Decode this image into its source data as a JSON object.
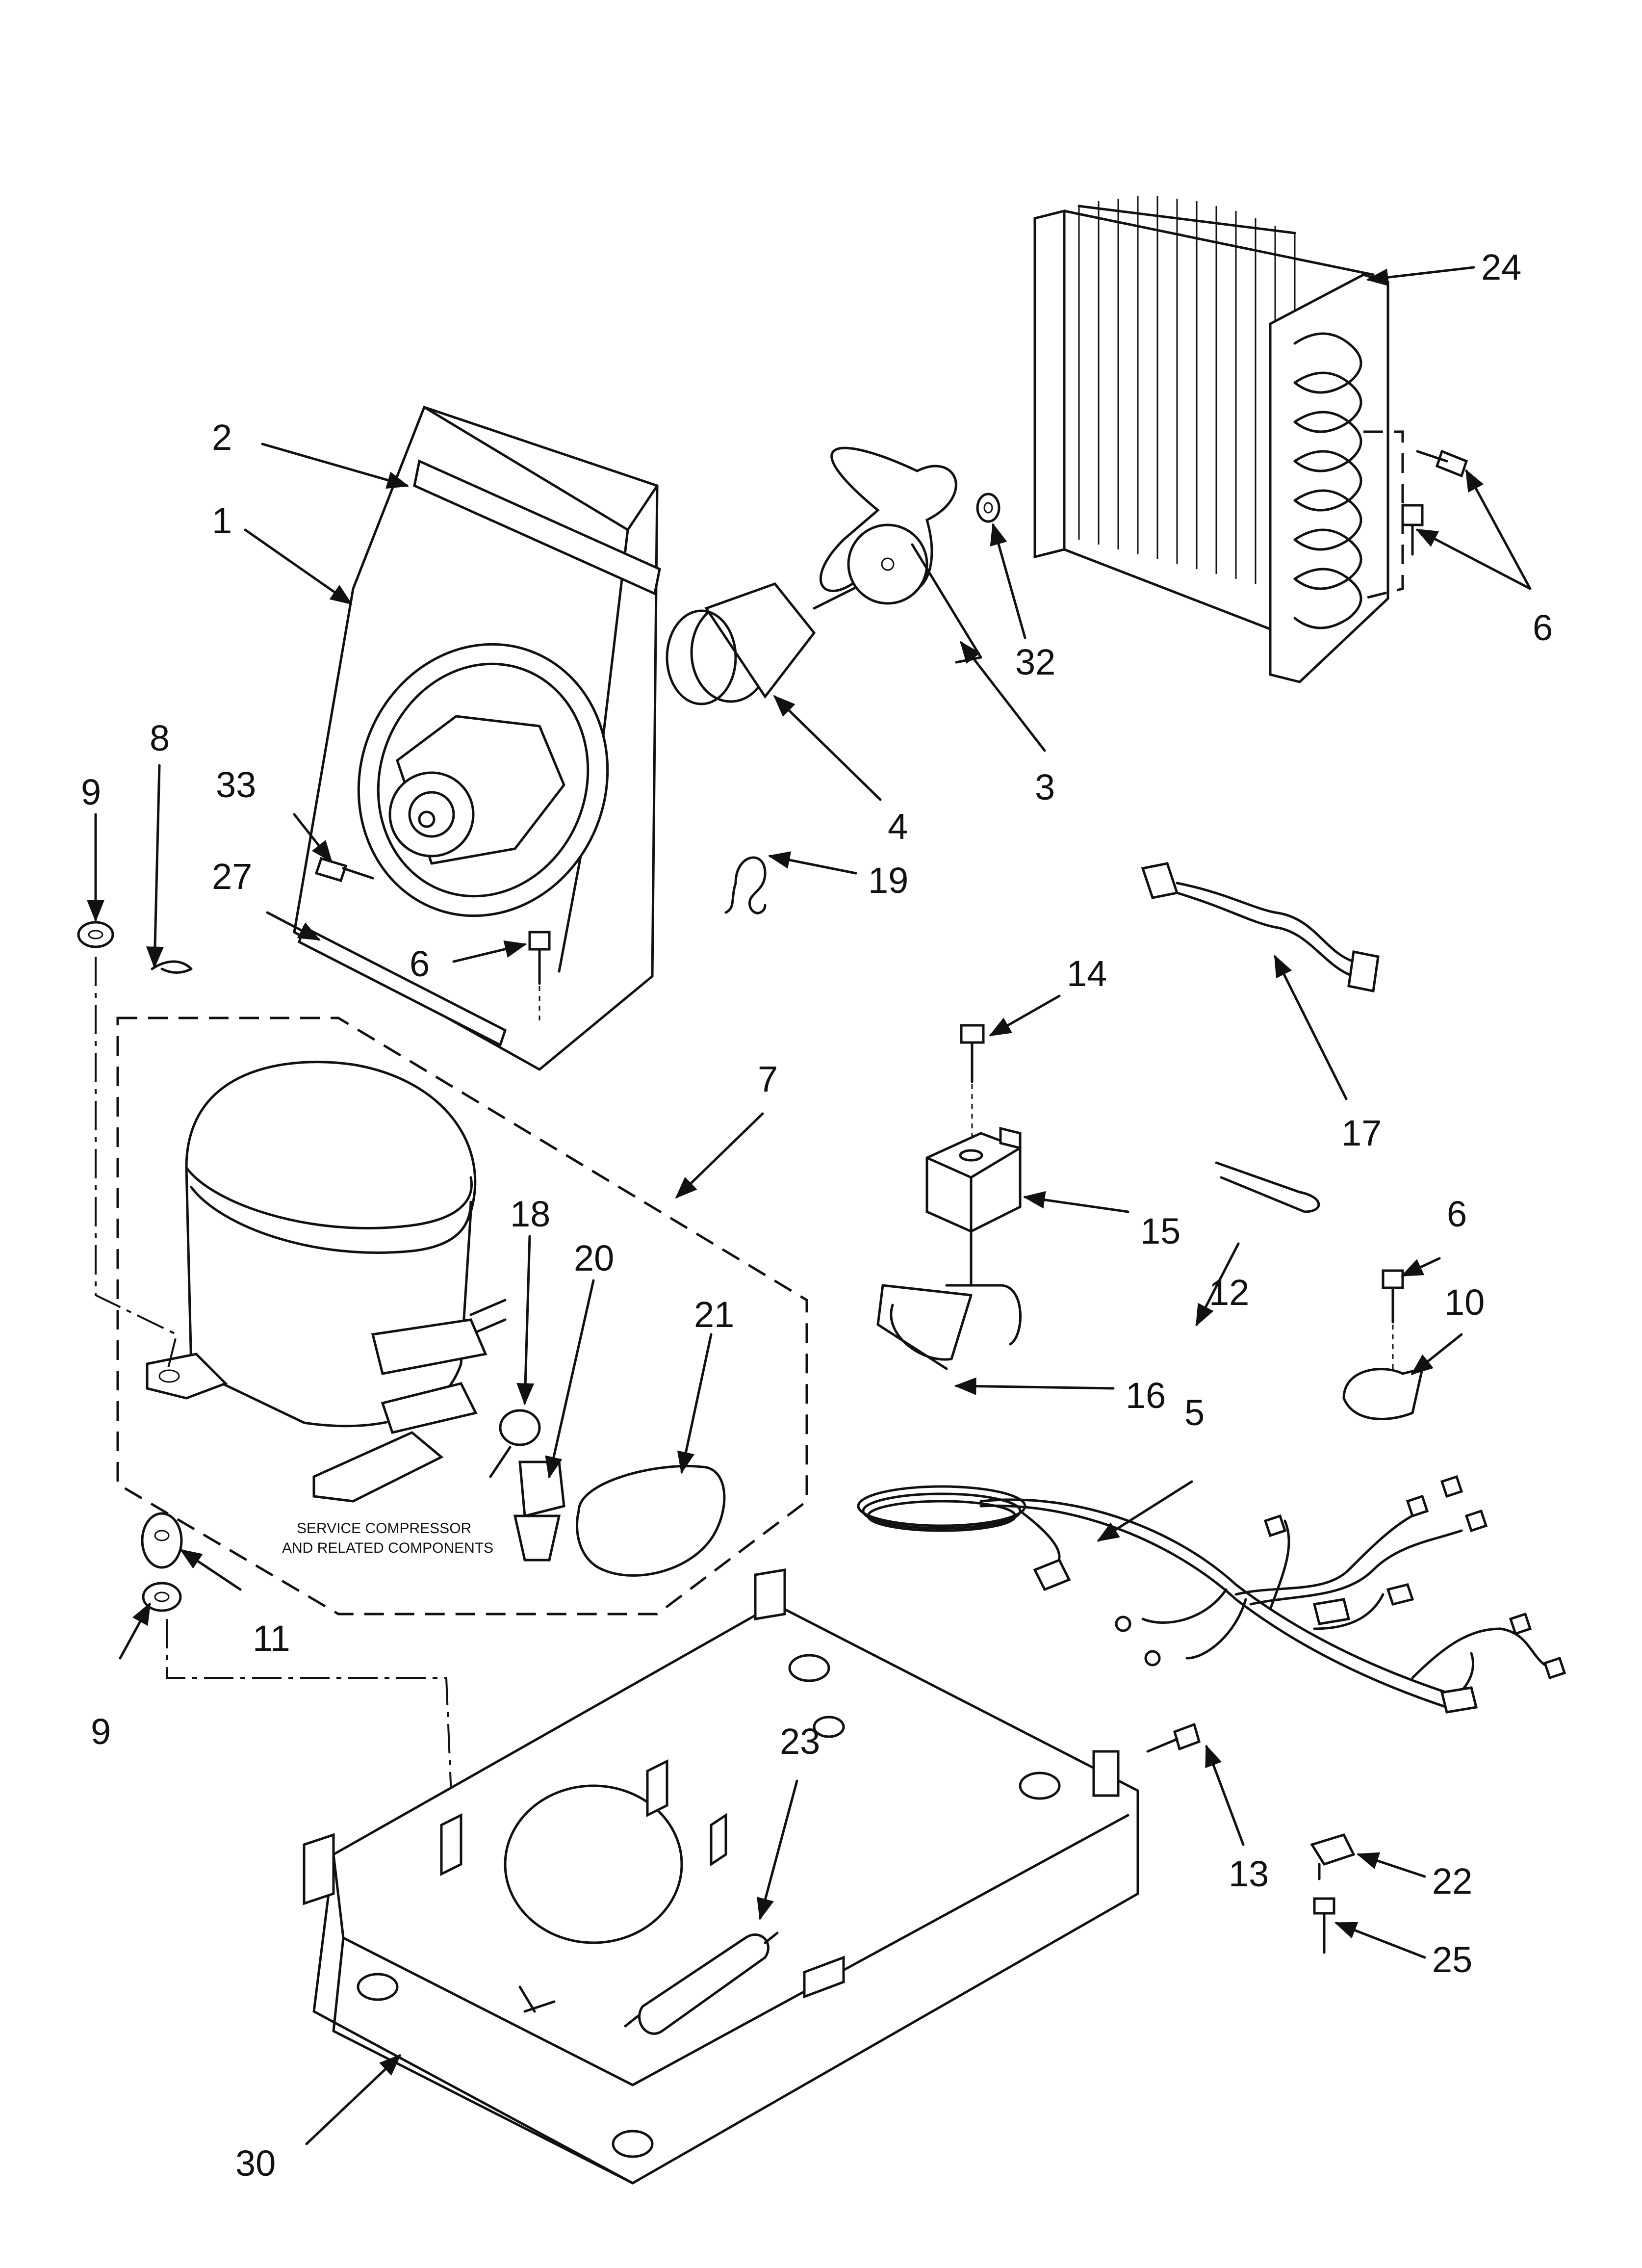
{
  "callouts": {
    "c1": "1",
    "c2": "2",
    "c3": "3",
    "c4": "4",
    "c5": "5",
    "c6a": "6",
    "c6b": "6",
    "c6c": "6",
    "c7": "7",
    "c8": "8",
    "c9a": "9",
    "c9b": "9",
    "c10": "10",
    "c11": "11",
    "c12": "12",
    "c13": "13",
    "c14": "14",
    "c15": "15",
    "c16": "16",
    "c17": "17",
    "c18": "18",
    "c19": "19",
    "c20": "20",
    "c21": "21",
    "c22": "22",
    "c23": "23",
    "c24": "24",
    "c25": "25",
    "c27": "27",
    "c30": "30",
    "c32": "32",
    "c33": "33"
  },
  "note": {
    "line1": "SERVICE COMPRESSOR",
    "line2": "AND RELATED COMPONENTS"
  }
}
